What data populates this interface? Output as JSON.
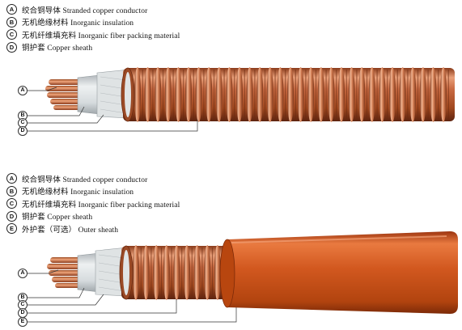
{
  "legend_top": [
    {
      "key": "A",
      "text": "绞合铜导体 Stranded copper conductor"
    },
    {
      "key": "B",
      "text": "无机绝缘材料 Inorganic insulation"
    },
    {
      "key": "C",
      "text": "无机纤维填充料 Inorganic fiber packing material"
    },
    {
      "key": "D",
      "text": "铜护套 Copper sheath"
    }
  ],
  "legend_bottom": [
    {
      "key": "A",
      "text": "绞合铜导体 Stranded copper conductor"
    },
    {
      "key": "B",
      "text": "无机绝缘材料 Inorganic insulation"
    },
    {
      "key": "C",
      "text": "无机纤维填充料 Inorganic fiber packing material"
    },
    {
      "key": "D",
      "text": "铜护套 Copper sheath"
    },
    {
      "key": "E",
      "text": "外护套（可选） Outer sheath"
    }
  ],
  "colors": {
    "copper": "#c9704a",
    "copper_dark": "#7a3418",
    "outer_sheath": "#d2581f",
    "insulation": "#d8dde0"
  }
}
